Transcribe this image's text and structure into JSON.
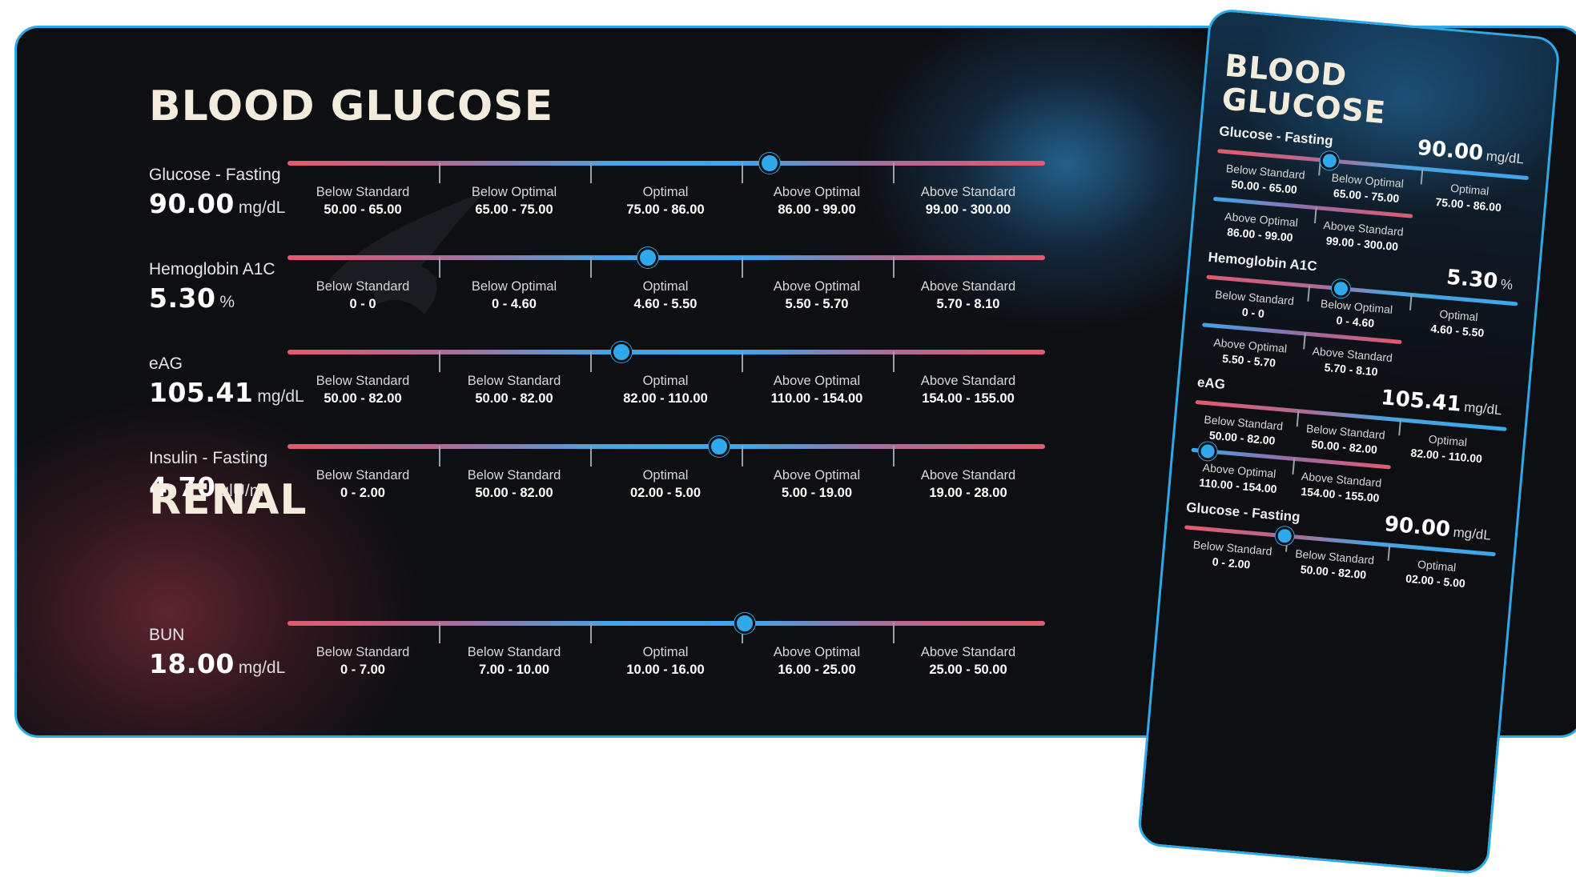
{
  "colors": {
    "accent_blue": "#2ea9e8",
    "range_red": "#e25a6e",
    "range_blue": "#3da6ea",
    "background": "#0e0f13",
    "heading": "#f3ecdd"
  },
  "main": {
    "sections": [
      {
        "heading": "BLOOD GLUCOSE",
        "metrics": [
          {
            "label": "Glucose - Fasting",
            "value": "90.00",
            "unit": "mg/dL",
            "knob_position": 0.636,
            "segments": [
              {
                "name": "Below Standard",
                "range": "50.00 - 65.00"
              },
              {
                "name": "Below Optimal",
                "range": "65.00 - 75.00"
              },
              {
                "name": "Optimal",
                "range": "75.00 - 86.00"
              },
              {
                "name": "Above Optimal",
                "range": "86.00 - 99.00"
              },
              {
                "name": "Above Standard",
                "range": "99.00 - 300.00"
              }
            ]
          },
          {
            "label": "Hemoglobin A1C",
            "value": "5.30",
            "unit": "%",
            "knob_position": 0.476,
            "segments": [
              {
                "name": "Below Standard",
                "range": "0 - 0"
              },
              {
                "name": "Below Optimal",
                "range": "0 - 4.60"
              },
              {
                "name": "Optimal",
                "range": "4.60 - 5.50"
              },
              {
                "name": "Above Optimal",
                "range": "5.50 - 5.70"
              },
              {
                "name": "Above Standard",
                "range": "5.70 - 8.10"
              }
            ]
          },
          {
            "label": "eAG",
            "value": "105.41",
            "unit": "mg/dL",
            "knob_position": 0.441,
            "segments": [
              {
                "name": "Below Standard",
                "range": "50.00 - 82.00"
              },
              {
                "name": "Below Standard",
                "range": "50.00 - 82.00"
              },
              {
                "name": "Optimal",
                "range": "82.00 - 110.00"
              },
              {
                "name": "Above Optimal",
                "range": "110.00 - 154.00"
              },
              {
                "name": "Above Standard",
                "range": "154.00 - 155.00"
              }
            ]
          },
          {
            "label": "Insulin - Fasting",
            "value": "4.70",
            "unit": "ulU/ml",
            "knob_position": 0.57,
            "segments": [
              {
                "name": "Below Standard",
                "range": "0 - 2.00"
              },
              {
                "name": "Below Standard",
                "range": "50.00 - 82.00"
              },
              {
                "name": "Optimal",
                "range": "02.00 - 5.00"
              },
              {
                "name": "Above Optimal",
                "range": "5.00 - 19.00"
              },
              {
                "name": "Above Standard",
                "range": "19.00 - 28.00"
              }
            ]
          }
        ]
      },
      {
        "heading": "RENAL",
        "metrics": [
          {
            "label": "BUN",
            "value": "18.00",
            "unit": "mg/dL",
            "knob_position": 0.604,
            "segments": [
              {
                "name": "Below Standard",
                "range": "0 - 7.00"
              },
              {
                "name": "Below Standard",
                "range": "7.00 - 10.00"
              },
              {
                "name": "Optimal",
                "range": "10.00 - 16.00"
              },
              {
                "name": "Above Optimal",
                "range": "16.00 - 25.00"
              },
              {
                "name": "Above Standard",
                "range": "25.00 - 50.00"
              }
            ]
          }
        ]
      }
    ]
  },
  "mobile": {
    "heading_line1": "BLOOD",
    "heading_line2": "GLUCOSE",
    "metrics": [
      {
        "label": "Glucose - Fasting",
        "value": "90.00",
        "unit": "mg/dL",
        "knob_position": 0.36,
        "row1": [
          {
            "name": "Below Standard",
            "range": "50.00 - 65.00"
          },
          {
            "name": "Below Optimal",
            "range": "65.00 - 75.00"
          },
          {
            "name": "Optimal",
            "range": "75.00 - 86.00"
          }
        ],
        "row2": [
          {
            "name": "Above Optimal",
            "range": "86.00 - 99.00"
          },
          {
            "name": "Above Standard",
            "range": "99.00 - 300.00"
          }
        ]
      },
      {
        "label": "Hemoglobin A1C",
        "value": "5.30",
        "unit": "%",
        "knob_position": 0.43,
        "row1": [
          {
            "name": "Below Standard",
            "range": "0 - 0"
          },
          {
            "name": "Below Optimal",
            "range": "0 - 4.60"
          },
          {
            "name": "Optimal",
            "range": "4.60 - 5.50"
          }
        ],
        "row2": [
          {
            "name": "Above Optimal",
            "range": "5.50 - 5.70"
          },
          {
            "name": "Above Standard",
            "range": "5.70 - 8.10"
          }
        ]
      },
      {
        "label": "eAG",
        "value": "105.41",
        "unit": "mg/dL",
        "knob_position": 0.08,
        "knob_row": 2,
        "row1": [
          {
            "name": "Below Standard",
            "range": "50.00 - 82.00"
          },
          {
            "name": "Below Standard",
            "range": "50.00 - 82.00"
          },
          {
            "name": "Optimal",
            "range": "82.00 - 110.00"
          }
        ],
        "row2": [
          {
            "name": "Above Optimal",
            "range": "110.00 - 154.00"
          },
          {
            "name": "Above Standard",
            "range": "154.00 - 155.00"
          }
        ]
      },
      {
        "label": "Glucose - Fasting",
        "value": "90.00",
        "unit": "mg/dL",
        "knob_position": 0.32,
        "row1": [
          {
            "name": "Below Standard",
            "range": "0 - 2.00"
          },
          {
            "name": "Below Standard",
            "range": "50.00 - 82.00"
          },
          {
            "name": "Optimal",
            "range": "02.00 - 5.00"
          }
        ],
        "row2": []
      }
    ]
  }
}
